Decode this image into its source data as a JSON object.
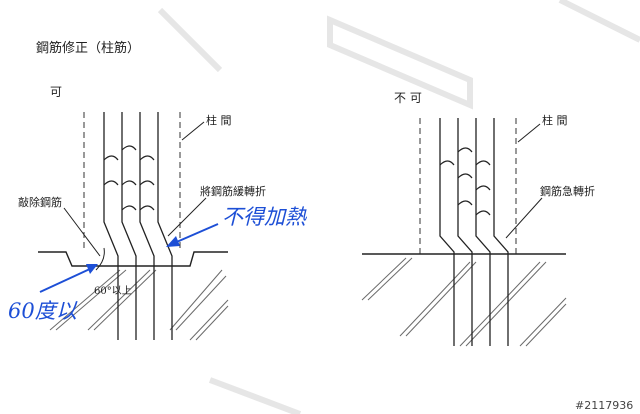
{
  "title": "鋼筋修正（柱筋）",
  "left": {
    "heading": "可",
    "label_column_gap": "柱 間",
    "label_remove_rebar": "敲除鋼筋",
    "label_slow_bend": "將鋼筋緩轉折",
    "label_angle": "60°以上"
  },
  "right": {
    "heading": "不 可",
    "label_column_gap": "柱 間",
    "label_sharp_bend": "鋼筋急轉折"
  },
  "annotations": {
    "no_heating": "不得加熱",
    "angle_note": "60度以"
  },
  "watermark": "#2117936",
  "colors": {
    "ink": "#222222",
    "annotation_blue": "#1d4fd6",
    "hatch_gray": "#6a6a6a"
  }
}
